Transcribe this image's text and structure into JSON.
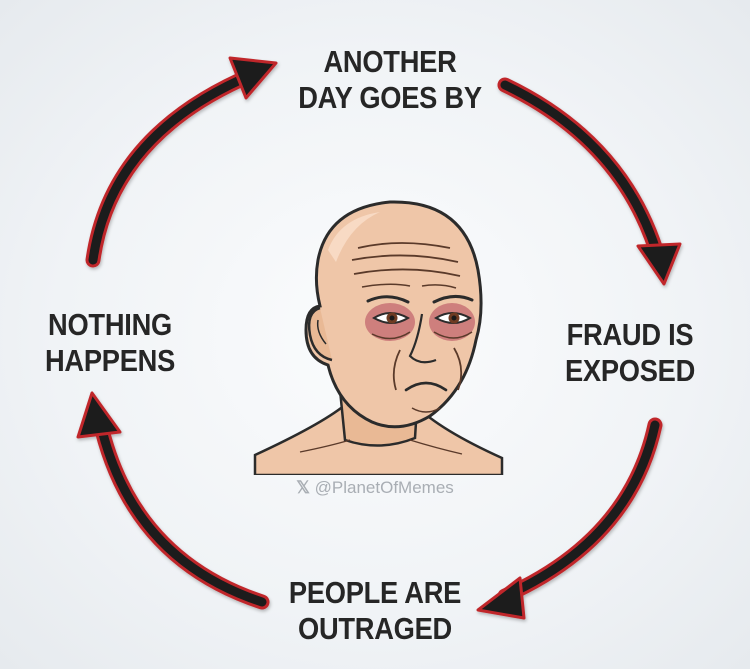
{
  "cycle": {
    "steps": [
      {
        "line1": "ANOTHER",
        "line2": "DAY GOES BY"
      },
      {
        "line1": "FRAUD IS",
        "line2": "EXPOSED"
      },
      {
        "line1": "PEOPLE ARE",
        "line2": "OUTRAGED"
      },
      {
        "line1": "NOTHING",
        "line2": "HAPPENS"
      }
    ]
  },
  "watermark": {
    "icon": "x-logo-icon",
    "handle": "@PlanetOfMemes"
  },
  "colors": {
    "arrow_fill": "#1c1c1c",
    "arrow_outline": "#c0282c",
    "text": "#262626",
    "skin": "#efc6a8",
    "eye_bags": "#b2455a"
  }
}
